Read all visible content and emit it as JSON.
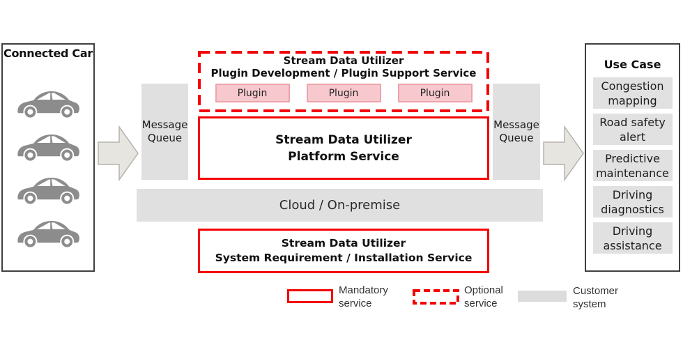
{
  "diagram": {
    "connected_car": {
      "title": "Connected Car",
      "car_count": 4
    },
    "message_queue_left": {
      "label": "Message Queue"
    },
    "message_queue_right": {
      "label": "Message Queue"
    },
    "plugin_service": {
      "title_line1": "Stream Data Utilizer",
      "title_line2": "Plugin Development / Plugin Support Service",
      "plugins": [
        "Plugin",
        "Plugin",
        "Plugin"
      ]
    },
    "platform_service": {
      "title_line1": "Stream Data Utilizer",
      "title_line2": "Platform Service"
    },
    "cloud": {
      "label": "Cloud / On-premise"
    },
    "system_requirement": {
      "title_line1": "Stream Data Utilizer",
      "title_line2": "System Requirement / Installation Service"
    },
    "use_case": {
      "title": "Use Case",
      "items": [
        "Congestion mapping",
        "Road safety alert",
        "Predictive maintenance",
        "Driving diagnostics",
        "Driving assistance"
      ]
    },
    "legend": [
      {
        "swatch": "solid-red-outline",
        "label": "Mandatory service"
      },
      {
        "swatch": "dashed-red-outline",
        "label": "Optional service"
      },
      {
        "swatch": "gray-fill",
        "label": "Customer system"
      }
    ],
    "colors": {
      "mandatory_red": "#f40000",
      "plugin_pink_fill": "#f7c9ce",
      "plugin_pink_border": "#eda3ab",
      "customer_gray": "#e0e0e0",
      "arrow_fill": "#e7e5e0",
      "arrow_border": "#b5b2ab",
      "outline_dark": "#404040"
    }
  }
}
